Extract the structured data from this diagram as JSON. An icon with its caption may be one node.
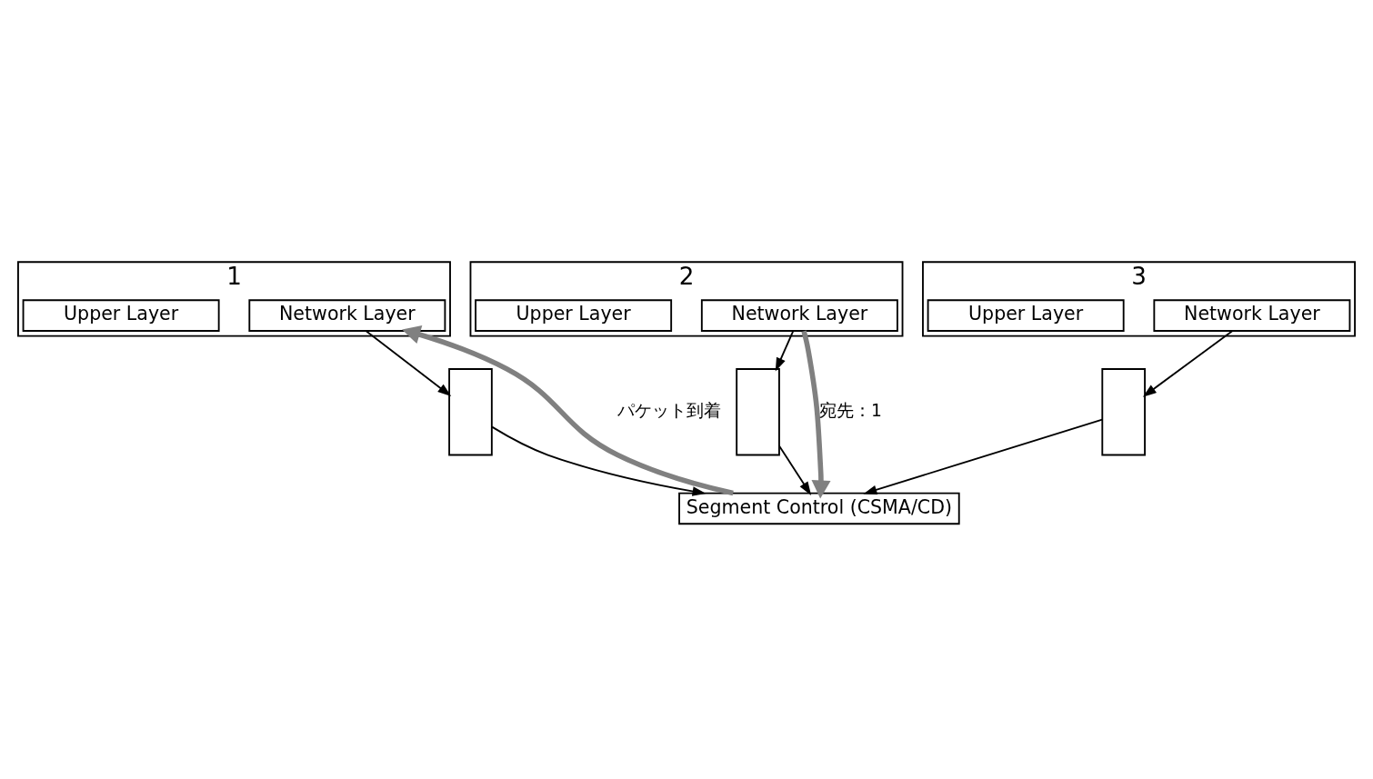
{
  "diagram": {
    "nodes": [
      {
        "text": [
          "1"
        ]
      },
      {
        "text": [
          "Upper Layer"
        ],
        "in": 0
      },
      {
        "text": [
          "Network Layer"
        ],
        "in": 0
      },
      {
        "text": [
          "2"
        ]
      },
      {
        "text": [
          "Upper Layer"
        ],
        "in": 3
      },
      {
        "text": [
          "Network Layer"
        ],
        "in": 3
      },
      {
        "text": [
          "3"
        ]
      },
      {
        "text": [
          "Upper Layer"
        ],
        "in": 6
      },
      {
        "text": [
          "Network Layer"
        ],
        "in": 6
      },
      {
        "text": [],
        "shape": "box"
      },
      {
        "text": [],
        "shape": "box"
      },
      {
        "text": [],
        "shape": "box"
      },
      {
        "text": [
          "Segment Control (CSMA/CD)"
        ]
      }
    ],
    "edges": [
      {
        "from": 2,
        "to": 9,
        "arrow": "to"
      },
      {
        "from": 9,
        "to": 12,
        "arrow": "to"
      },
      {
        "from": 5,
        "to": 10,
        "arrow": "to"
      },
      {
        "from": 10,
        "to": 12,
        "arrow": "to"
      },
      {
        "from": 5,
        "to": 12,
        "arrow": "to",
        "label": "宛先：1",
        "style": "thick",
        "color": "#808080"
      },
      {
        "from": 8,
        "to": 11,
        "arrow": "to"
      },
      {
        "from": 11,
        "to": 12,
        "arrow": "to"
      },
      {
        "from": 12,
        "to": 2,
        "arrow": "to",
        "label": "パケット到着",
        "style": "thick",
        "color": "#808080"
      }
    ]
  }
}
